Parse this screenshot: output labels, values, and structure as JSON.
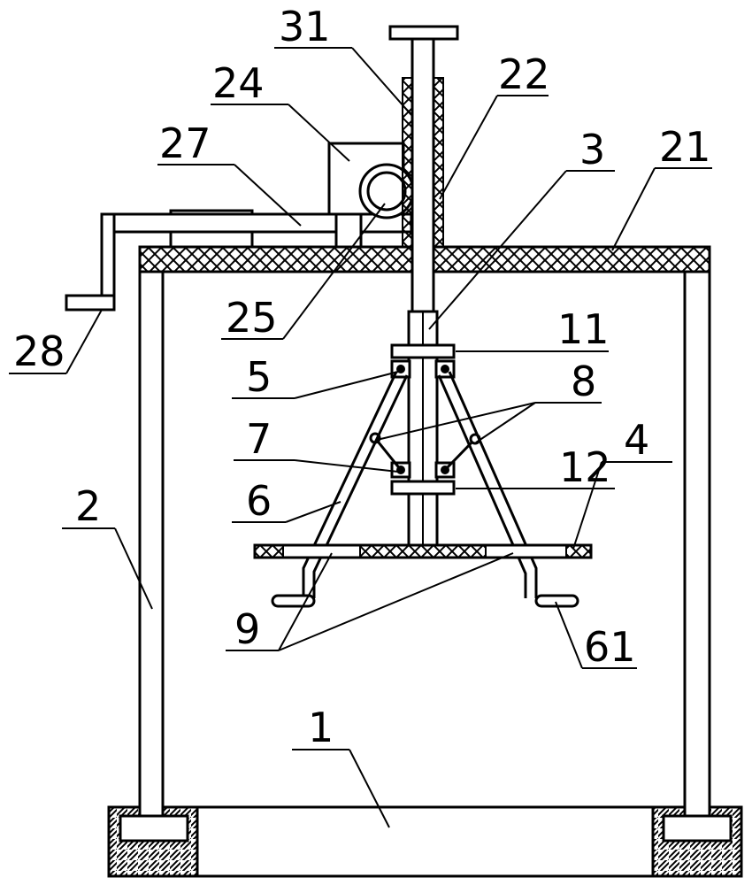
{
  "figure": {
    "labels": {
      "l31": "31",
      "l24": "24",
      "l22": "22",
      "l27": "27",
      "l3": "3",
      "l21": "21",
      "l25": "25",
      "l11": "11",
      "l28": "28",
      "l5": "5",
      "l8": "8",
      "l7": "7",
      "l12": "12",
      "l4": "4",
      "l2": "2",
      "l6": "6",
      "l9": "9",
      "l61": "61",
      "l1": "1"
    },
    "colors": {
      "line": "#000000",
      "background": "#ffffff"
    }
  }
}
